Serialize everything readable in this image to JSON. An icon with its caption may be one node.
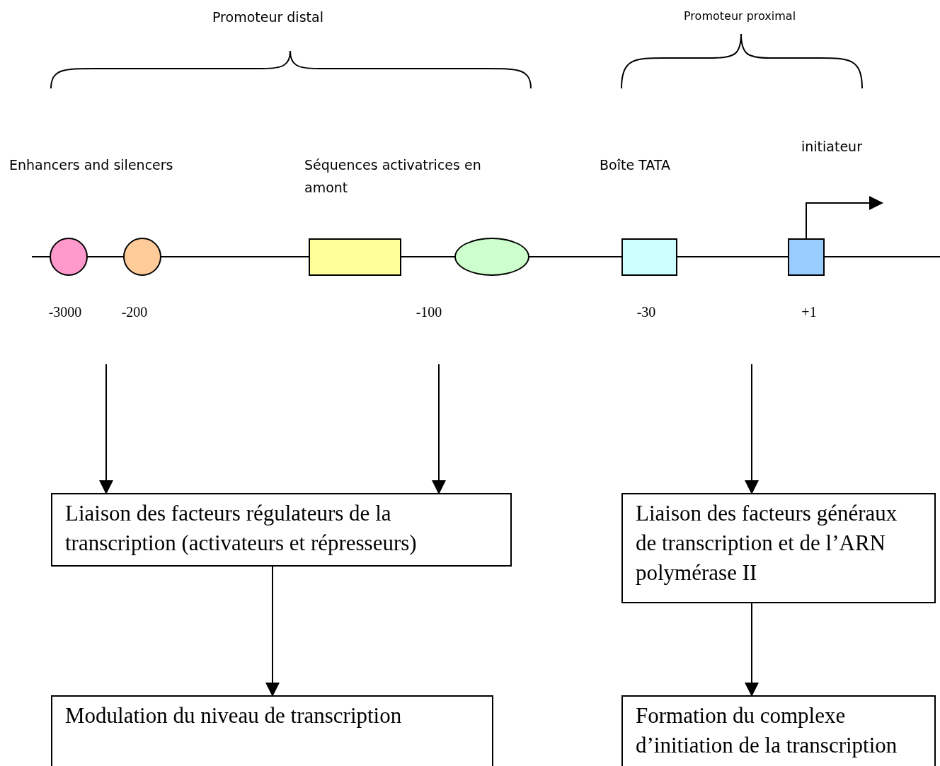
{
  "diagram": {
    "nodes": [
      {
        "text": [],
        "shape": "circle"
      },
      {
        "text": [],
        "shape": "circle"
      },
      {
        "text": [],
        "shape": "box"
      },
      {
        "text": [],
        "shape": "ellipse"
      },
      {
        "text": [],
        "shape": "box"
      },
      {
        "text": [],
        "shape": "box"
      },
      {
        "text": [
          "Liaison des facteurs régulateurs de la transcription (activateurs et répresseurs)"
        ]
      },
      {
        "text": [
          "Liaison des facteurs généraux de transcription et de l’ARN polymérase II"
        ]
      },
      {
        "text": [
          "Modulation du niveau de transcription"
        ]
      },
      {
        "text": [
          "Formation du complexe d’initiation de la transcription"
        ]
      }
    ],
    "edges": [
      {
        "from": 5,
        "to": null,
        "arrow": "to"
      },
      {
        "from": null,
        "to": 6,
        "arrow": "to"
      },
      {
        "from": null,
        "to": 6,
        "arrow": "to"
      },
      {
        "from": null,
        "to": 7,
        "arrow": "to"
      },
      {
        "from": 6,
        "to": 8,
        "arrow": "to"
      },
      {
        "from": 7,
        "to": 9,
        "arrow": "to"
      }
    ],
    "labels": [
      "Promoteur distal",
      "Promoteur proximal",
      "Enhancers and silencers",
      "Séquences activatrices en amont",
      "Boîte TATA",
      "initiateur",
      "-3000",
      "-200",
      "-100",
      "-30",
      "+1"
    ]
  }
}
